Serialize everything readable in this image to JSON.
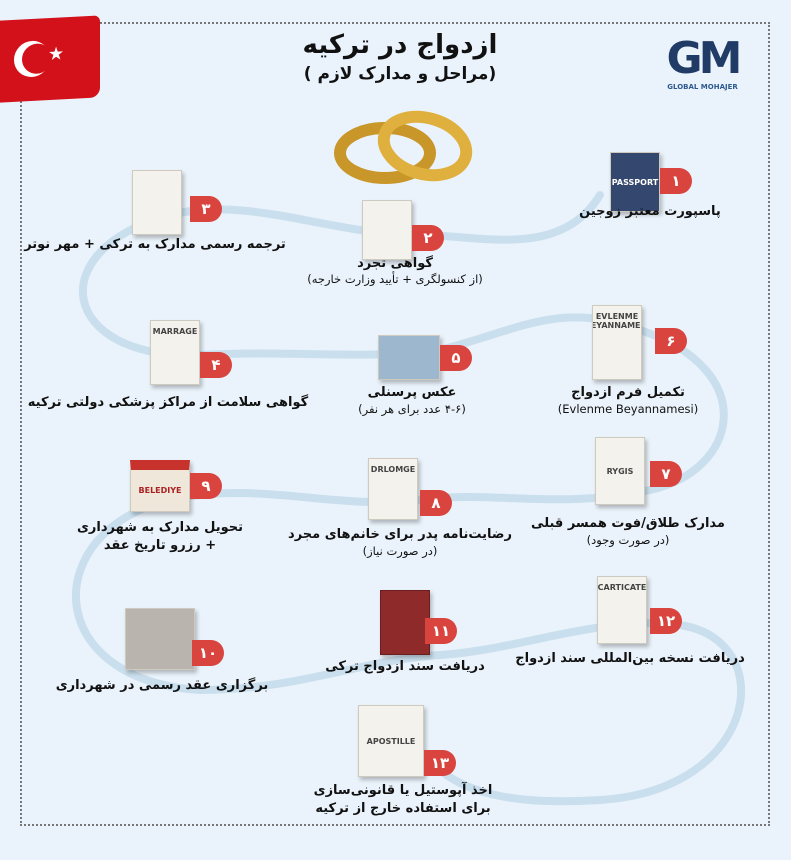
{
  "header": {
    "title": "ازدواج در ترکیه",
    "subtitle": "( مراحل و مدارک لازم)"
  },
  "logo": {
    "mark": "GM",
    "text": "GLOBAL MOHAJER"
  },
  "colors": {
    "background": "#eaf3fb",
    "badge": "#d9443f",
    "path": "#c9dcea"
  },
  "steps": [
    {
      "num": "۱",
      "label": "پاسپورت معتبر زوجین",
      "icon": "passport-icon",
      "icon_text": "PASSPORT"
    },
    {
      "num": "۲",
      "label": "گواهی تجرد",
      "sub": "(از کنسولگری + تأیید وزارت خارجه)",
      "icon": "certificate-icon"
    },
    {
      "num": "۳",
      "label": "ترجمه رسمی مدارک به ترکی + مهر نوتر",
      "icon": "documents-icon"
    },
    {
      "num": "۴",
      "label": "گواهی سلامت از مراکز پزشکی دولتی ترکیه",
      "icon": "form-icon",
      "icon_text": "MARRAGE"
    },
    {
      "num": "۵",
      "label": "عکس پرسنلی",
      "sub": "(۴-۶ عدد برای هر نفر)",
      "icon": "photos-icon"
    },
    {
      "num": "۶",
      "label": "تکمیل فرم ازدواج",
      "sub": "(Evlenme Beyannamesi)",
      "icon": "form-icon",
      "icon_text": "EVLENME BEYANNAMESI"
    },
    {
      "num": "۷",
      "label": "مدارک طلاق/فوت همسر قبلی",
      "sub": "(در صورت وجود)",
      "icon": "document-icon",
      "icon_text": "RYGIS"
    },
    {
      "num": "۸",
      "label": "رضایت‌نامه پدر برای خانم‌های مجرد",
      "sub": "(در صورت نیاز)",
      "icon": "approved-document-icon",
      "icon_text": "DRLOMGE"
    },
    {
      "num": "۹",
      "label": "تحویل مدارک به شهرداری",
      "sub": "+ رزرو تاریخ عقد",
      "icon": "municipality-icon",
      "icon_text": "BELEDIYE"
    },
    {
      "num": "۱۰",
      "label": "برگزاری عقد رسمی در شهرداری",
      "icon": "courthouse-icon"
    },
    {
      "num": "۱۱",
      "label": "دریافت سند ازدواج ترکی",
      "icon": "marriage-book-icon"
    },
    {
      "num": "۱۲",
      "label": "دریافت نسخه بین‌المللی سند ازدواج",
      "icon": "certificate-icon",
      "icon_text": "CARTICATE"
    },
    {
      "num": "۱۳",
      "label": "اخذ آپوستیل یا قانونی‌سازی",
      "sub": "برای استفاده خارج از ترکیه",
      "icon": "apostille-icon",
      "icon_text": "APOSTILLE"
    }
  ]
}
